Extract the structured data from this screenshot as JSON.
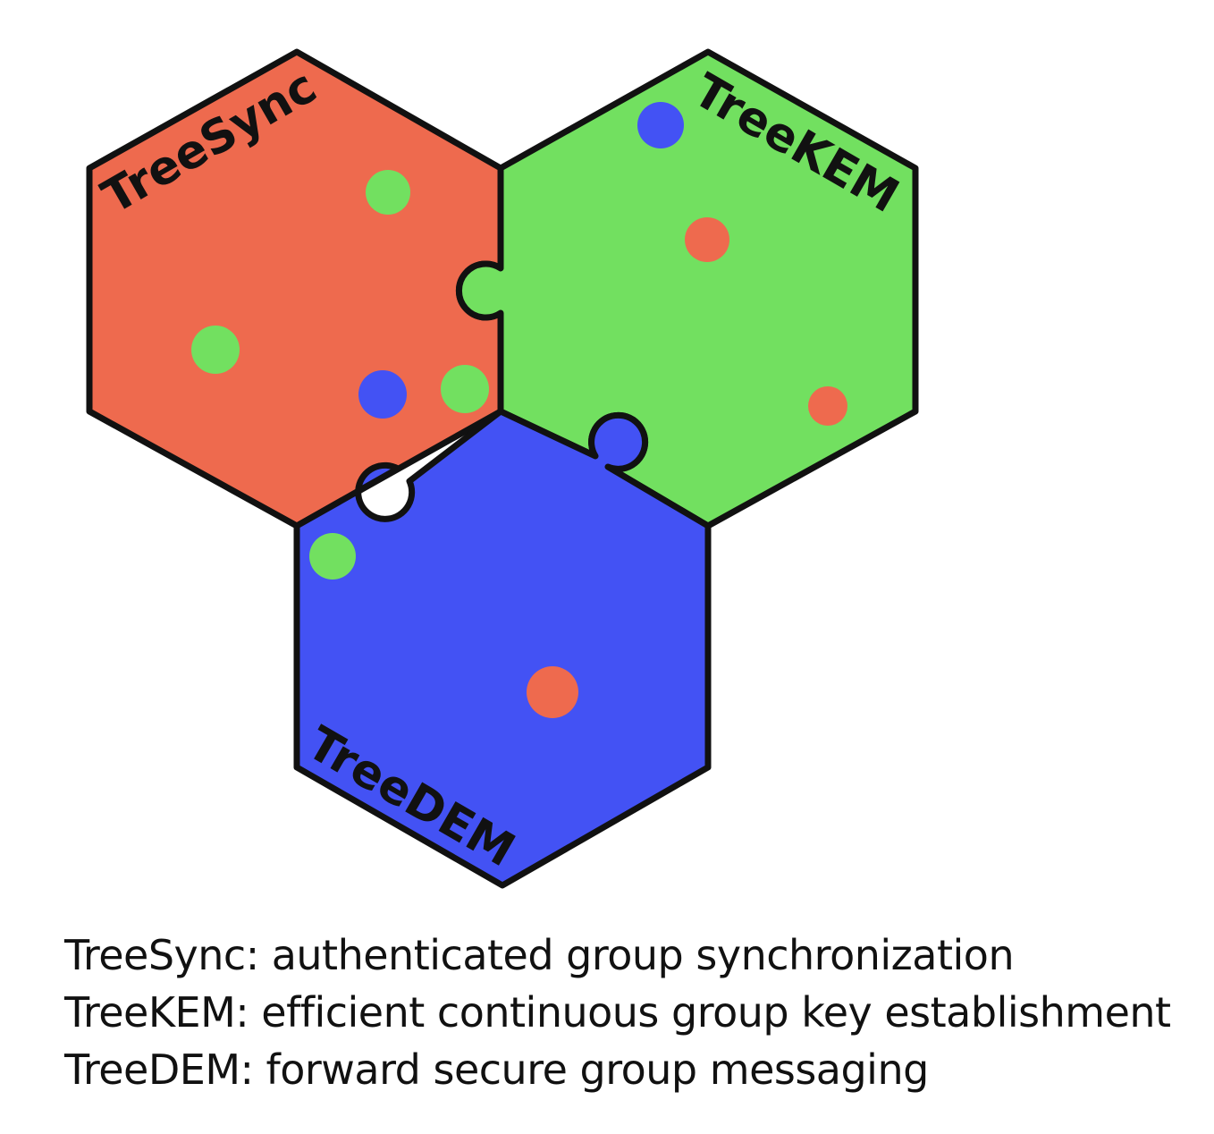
{
  "modules": [
    {
      "name": "TreeSync",
      "color": "#ee6a4e"
    },
    {
      "name": "TreeKEM",
      "color": "#72e060"
    },
    {
      "name": "TreeDEM",
      "color": "#4352f4"
    }
  ],
  "legend": [
    {
      "term": "TreeSync:",
      "description": "authenticated group synchronization"
    },
    {
      "term": "TreeKEM:",
      "description": "efficient continuous group key establishment"
    },
    {
      "term": "TreeDEM:",
      "description": "forward secure group messaging"
    }
  ],
  "colors": {
    "outline": "#111111",
    "background": "#ffffff"
  }
}
